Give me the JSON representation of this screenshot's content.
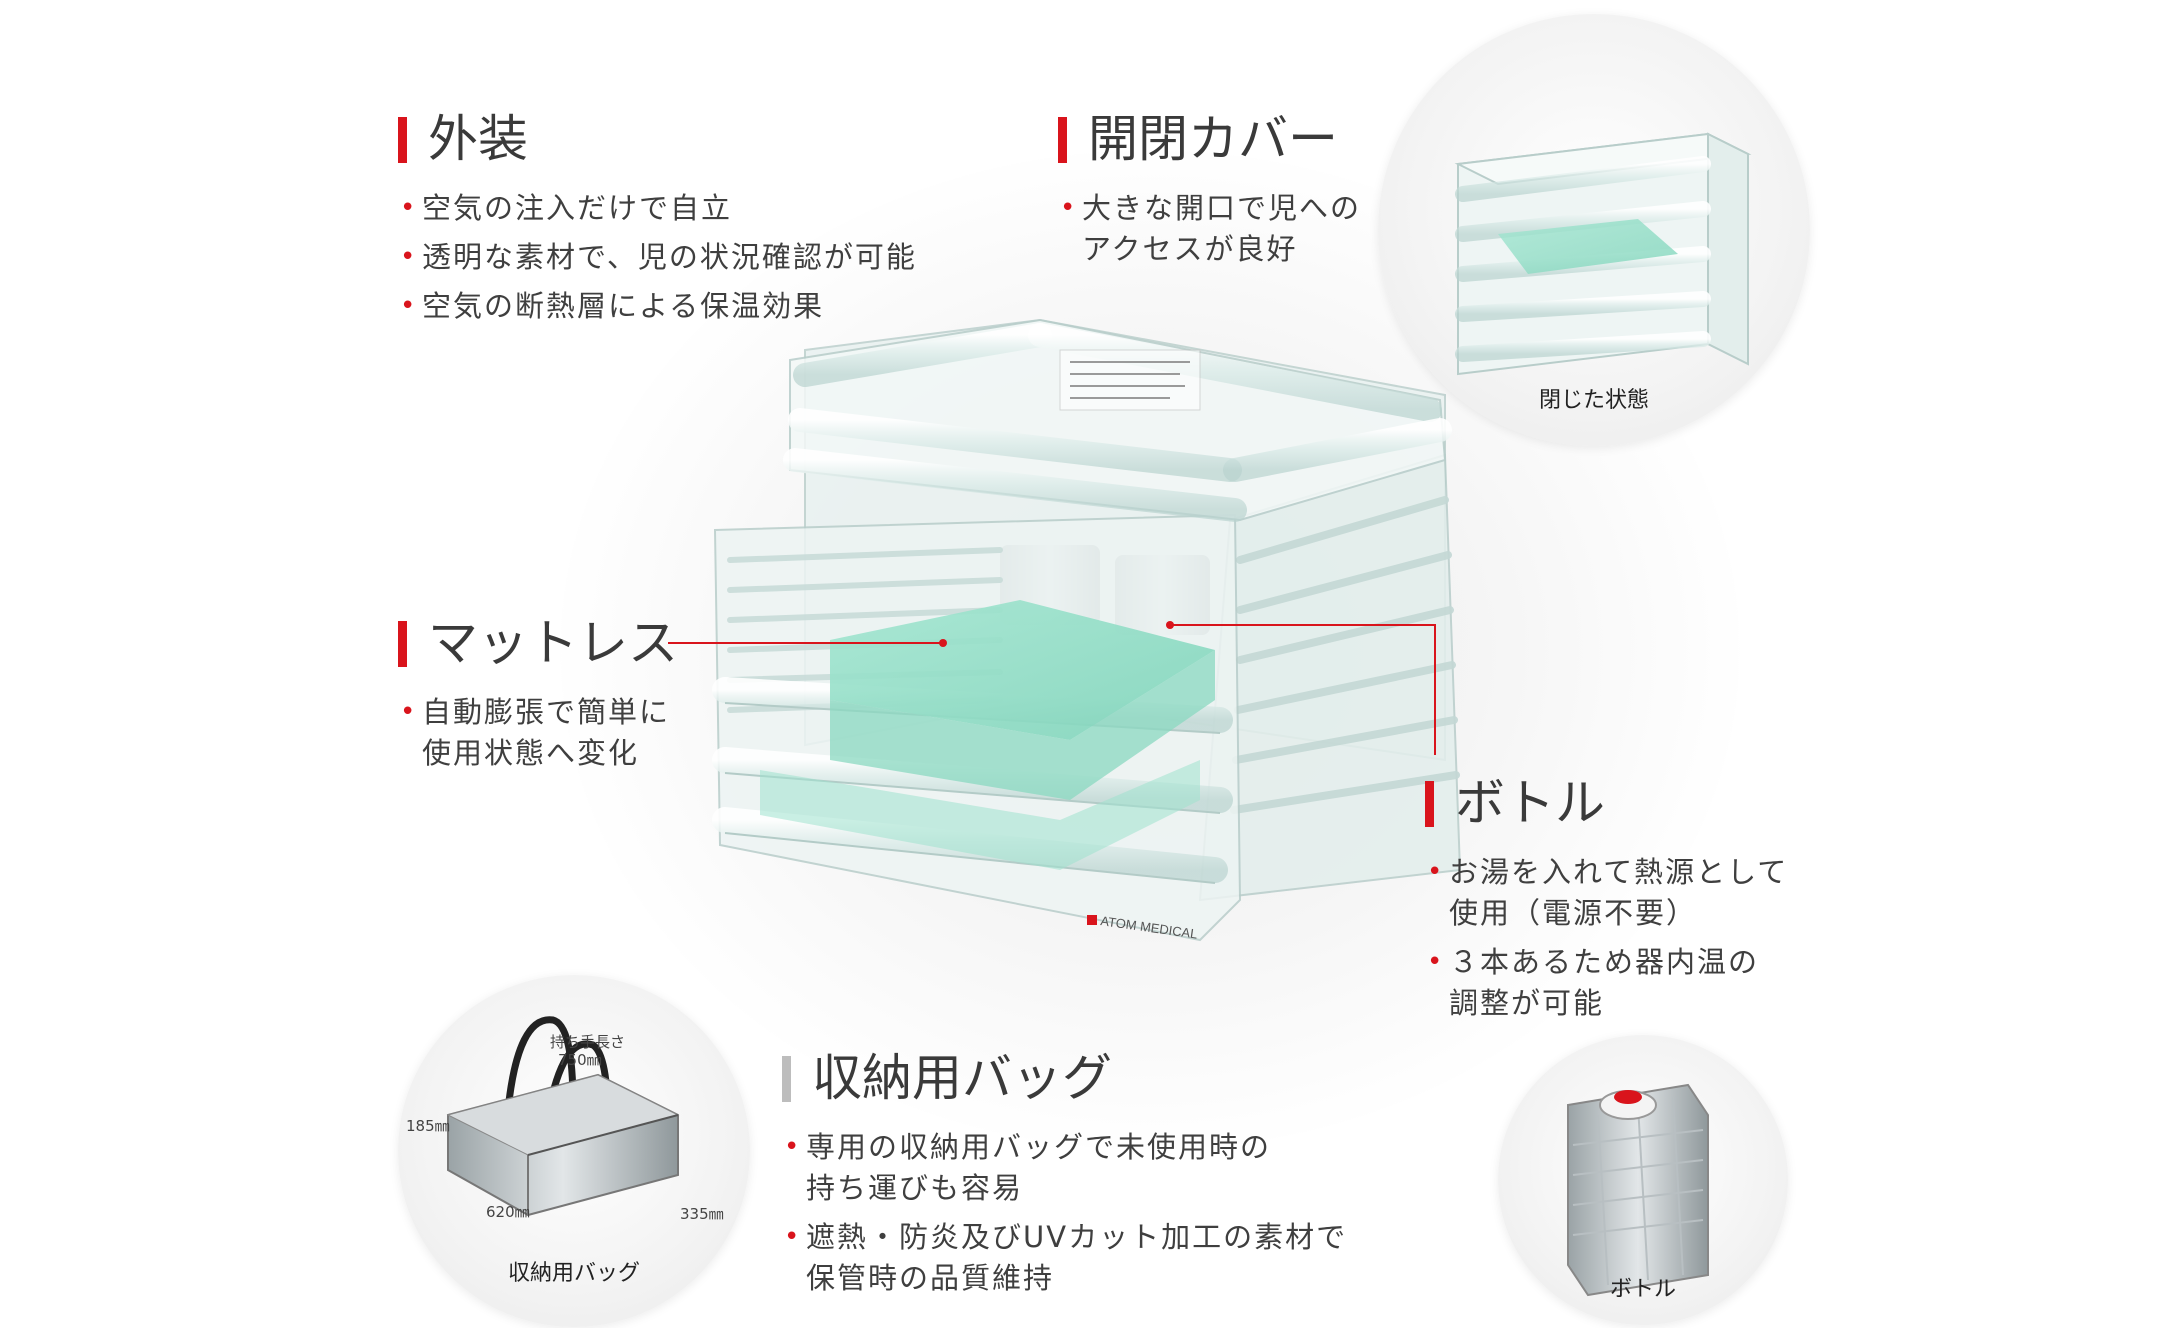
{
  "sections": {
    "exterior": {
      "title": "外装",
      "bullets": [
        "空気の注入だけで自立",
        "透明な素材で、児の状況確認が可能",
        "空気の断熱層による保温効果"
      ]
    },
    "cover": {
      "title": "開閉カバー",
      "bullets": [
        [
          "大きな開口で児への",
          "アクセスが良好"
        ]
      ]
    },
    "mattress": {
      "title": "マットレス",
      "bullets": [
        [
          "自動膨張で簡単に",
          "使用状態へ変化"
        ]
      ]
    },
    "bottle": {
      "title": "ボトル",
      "bullets": [
        [
          "お湯を入れて熱源として",
          "使用（電源不要）"
        ],
        [
          "３本あるため器内温の",
          "調整が可能"
        ]
      ]
    },
    "bag": {
      "title": "収納用バッグ",
      "bullets": [
        [
          "専用の収納用バッグで未使用時の",
          "持ち運びも容易"
        ],
        [
          "遮熱・防炎及びUVカット加工の素材で",
          "保管時の品質維持"
        ]
      ]
    }
  },
  "insets": {
    "closed": {
      "caption": "閉じた状態"
    },
    "bag": {
      "caption": "収納用バッグ",
      "handle_label": "持ち手長さ",
      "handle_value": "750㎜",
      "height": "185㎜",
      "width": "620㎜",
      "depth": "335㎜"
    },
    "bottle": {
      "caption": "ボトル"
    }
  },
  "product": {
    "brand_label": "ATOM MEDICAL"
  },
  "colors": {
    "accent": "#d9141c",
    "mattress": "#8fdcc4",
    "bag_marker": "#bdbdbd"
  },
  "icons": {
    "bullet": "bullet-dot-icon"
  }
}
